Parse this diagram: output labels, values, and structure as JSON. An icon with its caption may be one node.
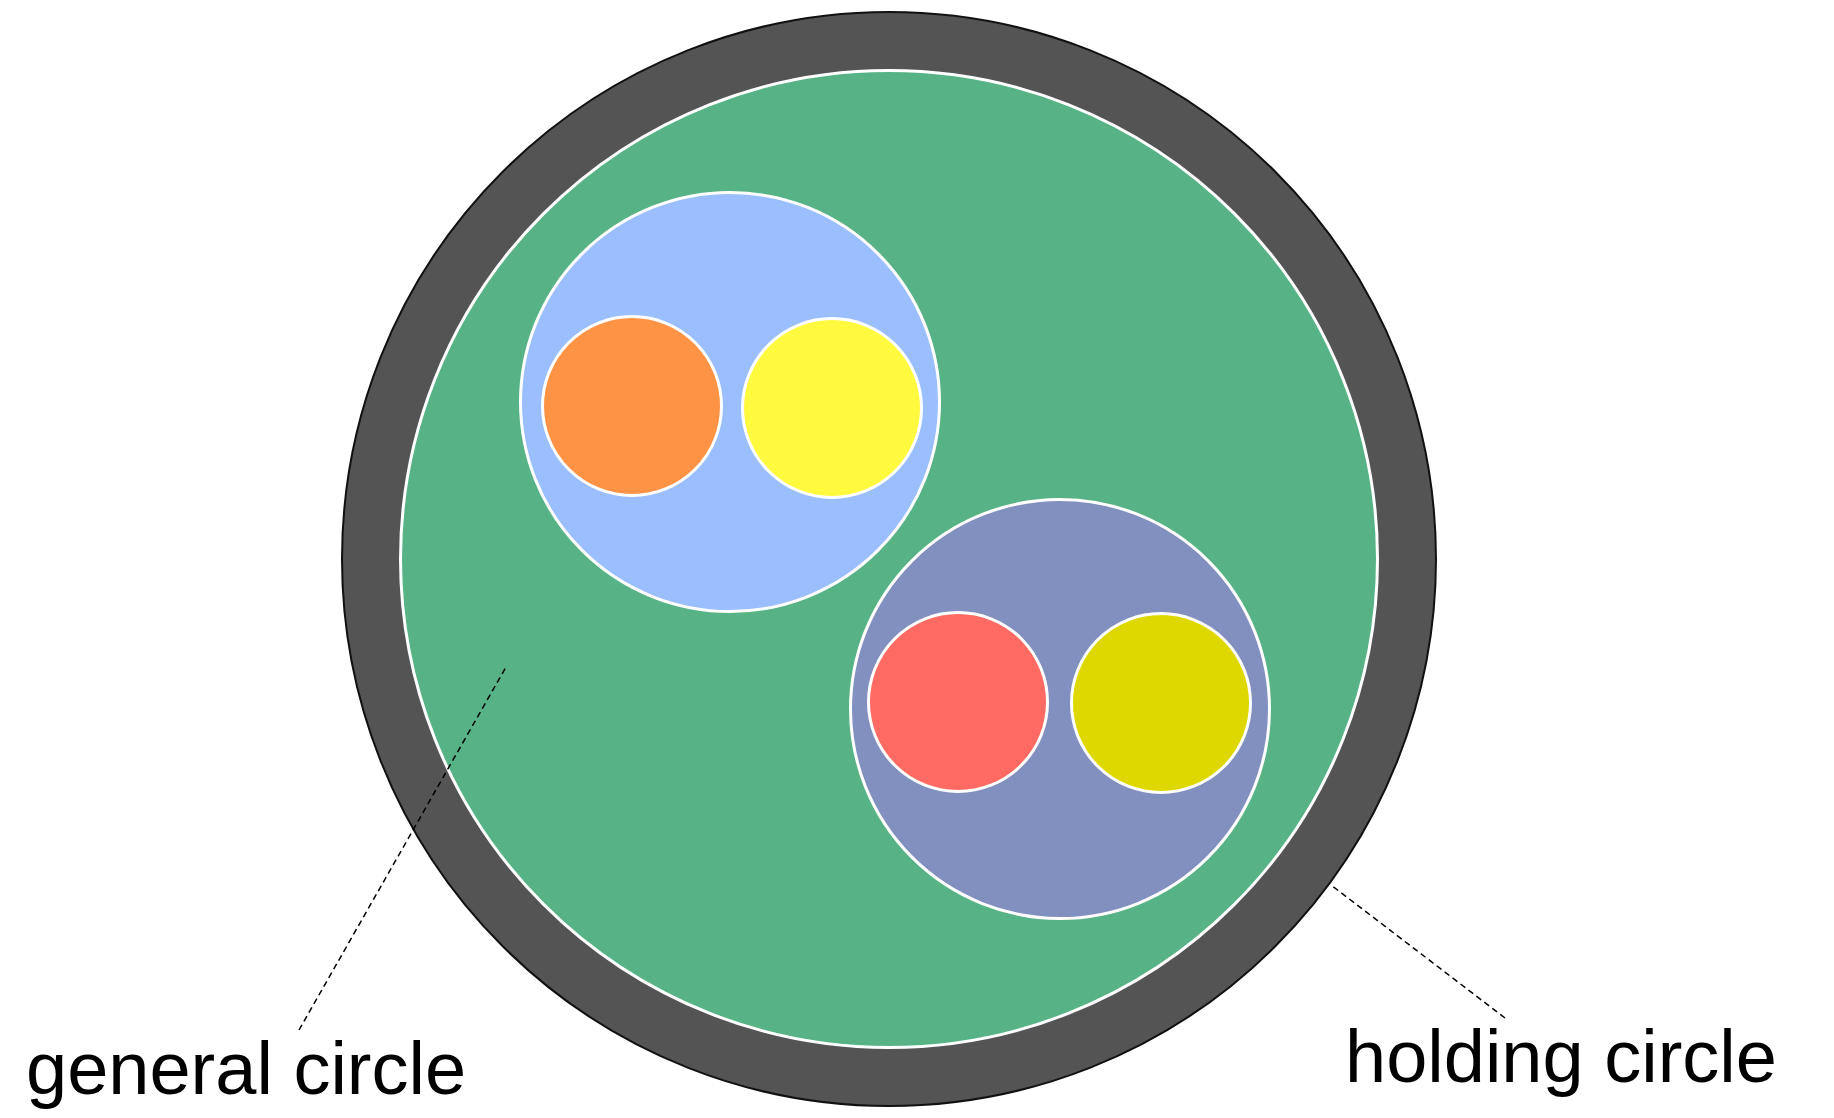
{
  "diagram": {
    "nodes": [
      {
        "text": [],
        "shape": "circle"
      },
      {
        "text": [],
        "shape": "circle",
        "in": 0
      },
      {
        "text": [],
        "shape": "circle",
        "in": 1
      },
      {
        "text": [],
        "shape": "circle",
        "in": 2
      },
      {
        "text": [],
        "shape": "circle",
        "in": 2
      },
      {
        "text": [],
        "shape": "circle",
        "in": 1
      },
      {
        "text": [],
        "shape": "circle",
        "in": 5
      },
      {
        "text": [],
        "shape": "circle",
        "in": 5
      },
      {
        "text": [
          "general circle"
        ]
      },
      {
        "text": [
          "holding circle"
        ]
      }
    ],
    "edges": [
      {
        "from": 8,
        "to": 1,
        "arrow": "none",
        "style": "dashed"
      },
      {
        "from": 9,
        "to": 0,
        "arrow": "none",
        "style": "dashed"
      }
    ]
  }
}
